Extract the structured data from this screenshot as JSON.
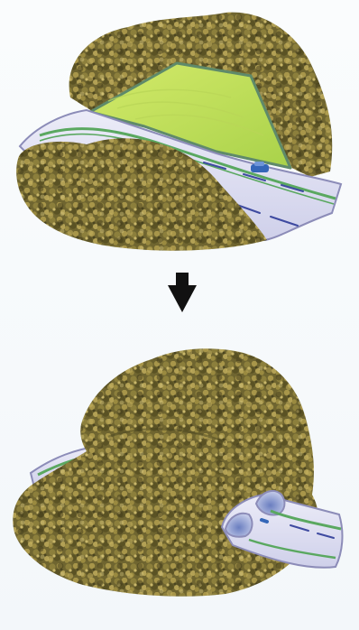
{
  "figure": {
    "panels": [
      {
        "id": "before",
        "depicts": "hillside-with-open-cut-road"
      },
      {
        "id": "after",
        "depicts": "hill-with-road-through-tunnel"
      }
    ],
    "arrow": {
      "direction": "down",
      "icon": "down-arrow-icon"
    },
    "colors": {
      "forest_dark": "#4a4620",
      "forest_mid": "#7d7033",
      "forest_light": "#b8a455",
      "forest_highlight": "#d8c878",
      "cleared_slope": "#c6e25a",
      "cleared_edge": "#5f8a6a",
      "road_surface": "#dcdcf0",
      "road_edge": "#8c8cb8",
      "road_stripe_green": "#5aa860",
      "road_lane_mark": "#3e4aa0",
      "vehicle": "#3466b8",
      "arrow": "#111111"
    }
  }
}
